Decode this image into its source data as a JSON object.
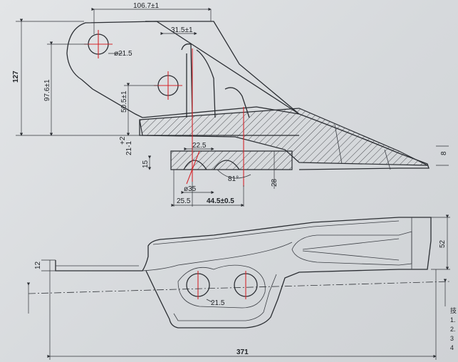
{
  "dimensions": {
    "top_width": "106.7±1",
    "slot_width": "31.5±1",
    "upper_hole_dia": "ø21.5",
    "overall_height": "127",
    "hole_height": "97.6±1",
    "lower_hole_height": "50.5±1",
    "tolerance_plus": "+2",
    "tolerance_minus": "21-1",
    "slot_depth": "22.5",
    "base_thickness": "15",
    "angle": "81°",
    "bore_dia": "ø35",
    "offset_left": "25.5",
    "pitch": "44.5±0.5",
    "wall": "28",
    "tip": "8",
    "shank_thickness": "12",
    "side_height": "52",
    "lower_hole_dia": "21.5",
    "overall_length": "371"
  },
  "notes": {
    "title": "技",
    "items": [
      "1.",
      "2.",
      "3",
      "4"
    ]
  }
}
